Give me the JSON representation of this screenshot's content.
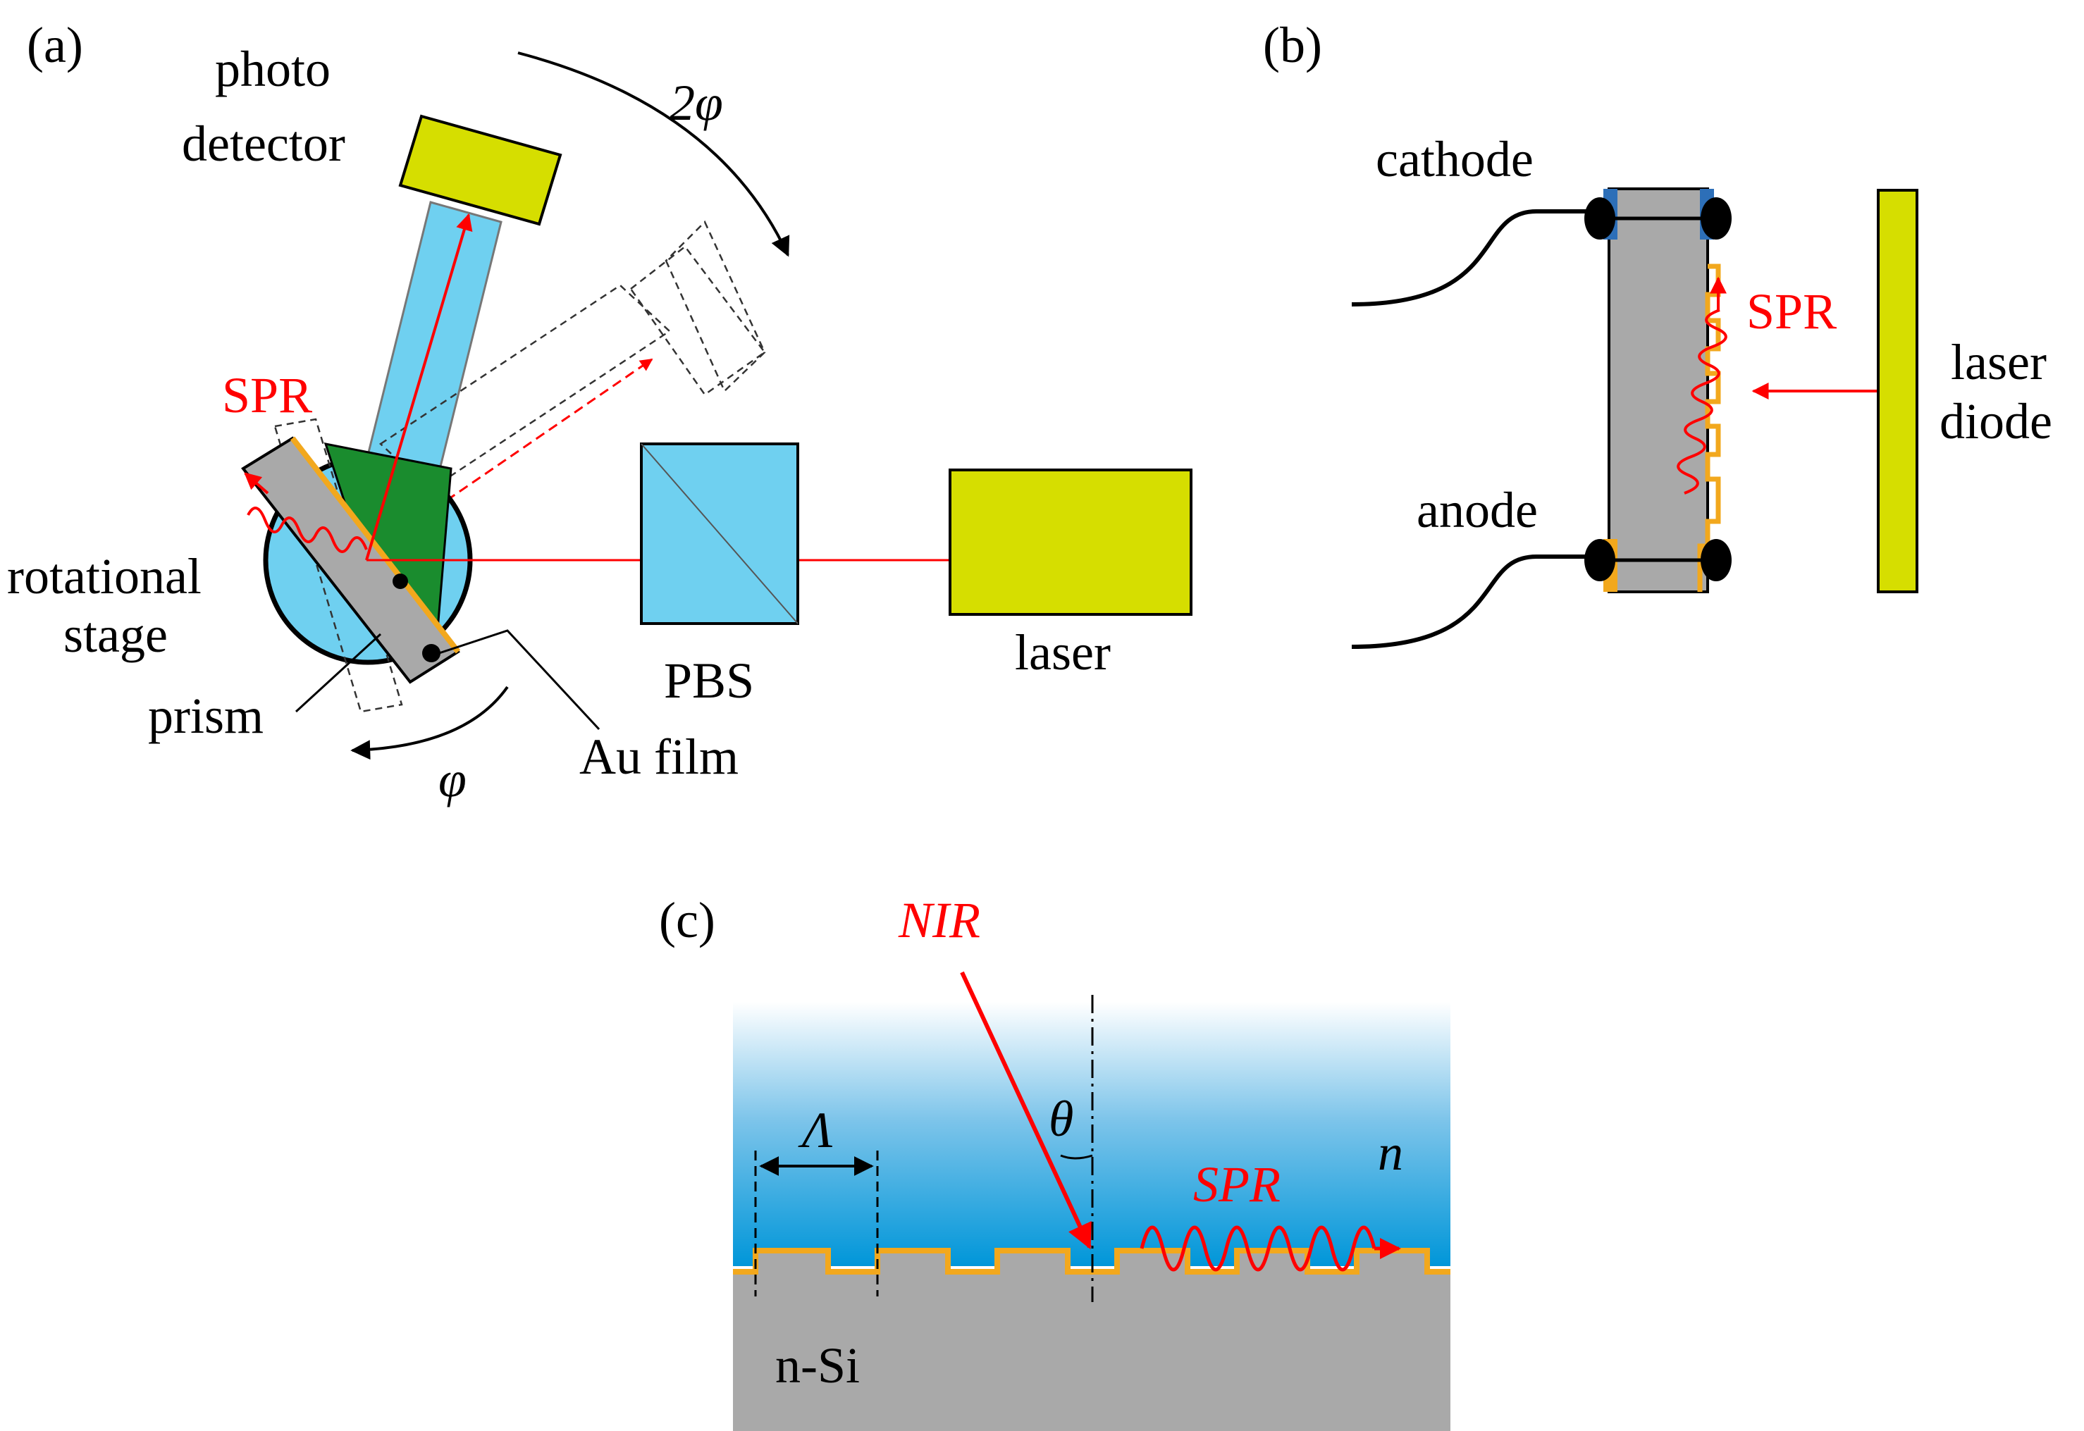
{
  "panel_a": {
    "panel_label": "(a)",
    "photodetector_label_line1": "photo",
    "photodetector_label_line2": "detector",
    "rotation_large_label": "2φ",
    "spr_label": "SPR",
    "rotational_stage_line1": "rotational",
    "rotational_stage_line2": "stage",
    "prism_label": "prism",
    "rotation_small_label": "φ",
    "au_film_label": "Au film",
    "pbs_label": "PBS",
    "laser_label": "laser"
  },
  "panel_b": {
    "panel_label": "(b)",
    "cathode_label": "cathode",
    "anode_label": "anode",
    "spr_label": "SPR",
    "laser_diode_line1": "laser",
    "laser_diode_line2": "diode"
  },
  "panel_c": {
    "panel_label": "(c)",
    "nir_label": "NIR",
    "theta_label": "θ",
    "period_label": "Λ",
    "spr_label": "SPR",
    "index_label": "n",
    "substrate_label": "n-Si"
  },
  "colors": {
    "laser_yellow": "#d6de00",
    "pbs_blue": "#6fd0f0",
    "prism_green": "#1a8c2e",
    "substrate_gray": "#a9a9a9",
    "gold": "#f2a81d",
    "beam_red": "#ff0000",
    "electrode_blue": "#2d6fb8"
  }
}
